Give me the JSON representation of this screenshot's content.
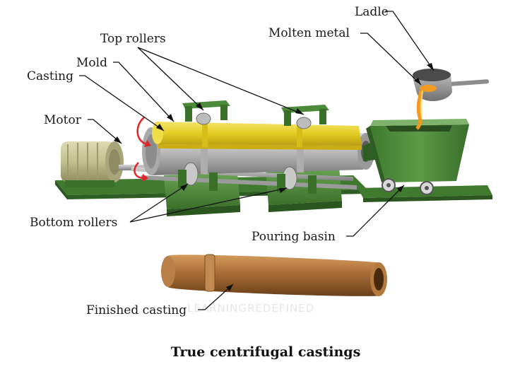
{
  "title": "True centrifugal castings",
  "labels": {
    "ladle": "Ladle",
    "molten_metal": "Molten metal",
    "top_rollers": "Top rollers",
    "mold": "Mold",
    "casting": "Casting",
    "motor": "Motor",
    "bottom_rollers": "Bottom rollers",
    "pouring_basin": "Pouring basin",
    "finished_casting": "Finished casting"
  },
  "watermark": "LEARNINGREDEFINED",
  "colors": {
    "frame_green": "#4e8a3c",
    "frame_dark": "#2f5e24",
    "mold_gray": "#b9b9b9",
    "casting_yellow": "#e6d12a",
    "motor_khaki": "#c9c79a",
    "finished_bronze": "#a46c3a",
    "rotation_arrow": "#e0242a",
    "molten_orange": "#f29a1f"
  }
}
